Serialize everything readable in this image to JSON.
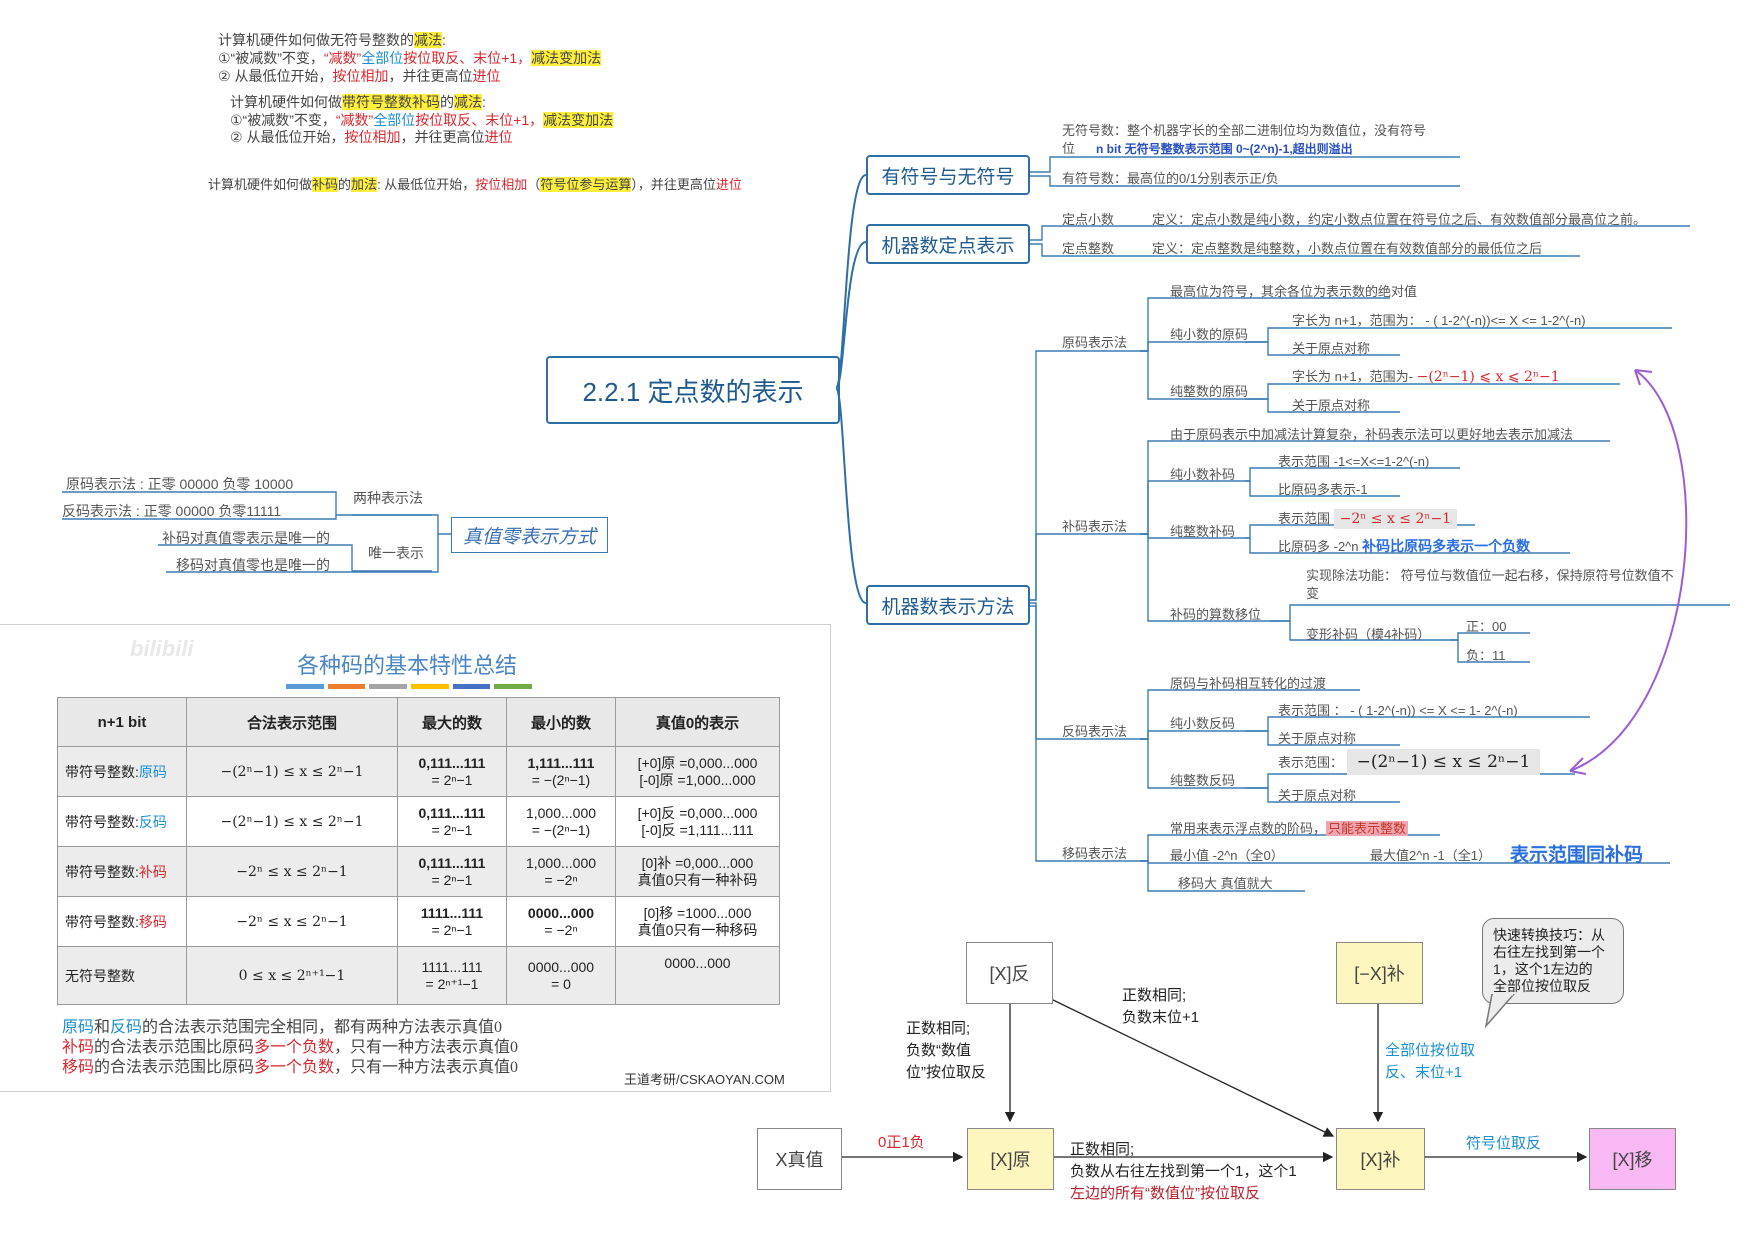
{
  "top_notes": {
    "unsigned_sub_title": [
      "计算机硬件如何做无符号整数的",
      "减法",
      ":"
    ],
    "unsigned_sub_line1": [
      "①“被减数”不变，",
      "“减数”",
      "全部位",
      "按位取反、末位+1，",
      "减法变加法"
    ],
    "unsigned_sub_line2": [
      "② 从最低位开始，",
      "按位相加",
      "，并往更高位",
      "进位"
    ],
    "signed_sub_title": [
      "计算机硬件如何做",
      "带符号整数补码",
      "的",
      "减法",
      ":"
    ],
    "signed_sub_line1": [
      "①“被减数”不变，",
      "“减数”",
      "全部位",
      "按位取反、末位+1，",
      "减法变加法"
    ],
    "signed_sub_line2": [
      "② 从最低位开始，",
      "按位相加",
      "，并往更高位",
      "进位"
    ],
    "comp_add": [
      "计算机硬件如何做",
      "补码",
      "的",
      "加法",
      ": 从最低位开始，",
      "按位相加",
      "（",
      "符号位参与运算",
      "），并往更高位",
      "进位"
    ]
  },
  "mindmap": {
    "root": "2.2.1 定点数的表示",
    "branch_signed": "有符号与无符号",
    "branch_fixed": "机器数定点表示",
    "branch_methods": "机器数表示方法",
    "unsigned_desc_1": "无符号数：整个机器字长的全部二进制位均为数值位，没有符号",
    "unsigned_desc_2": "位",
    "unsigned_range": "n bit 无符号整数表示范围 0~(2^n)-1,超出则溢出",
    "signed_desc": "有符号数：最高位的0/1分别表示正/负",
    "fixed_decimal_label": "定点小数",
    "fixed_decimal_def": "定义：定点小数是纯小数，约定小数点位置在符号位之后、有效数值部分最高位之前。",
    "fixed_int_label": "定点整数",
    "fixed_int_def": "定义：定点整数是纯整数，小数点位置在有效数值部分的最低位之后",
    "orig_label": "原码表示法",
    "orig_desc": "最高位为符号，其余各位为表示数的绝对值",
    "orig_frac_label": "纯小数的原码",
    "orig_frac_range": "字长为 n+1，范围为： - ( 1-2^(-n))<=   X   <=    1-2^(-n)",
    "orig_frac_sym": "关于原点对称",
    "orig_int_label": "纯整数的原码",
    "orig_int_range_prefix": "字长为 n+1，范围为-",
    "orig_int_range_math": "−(2ⁿ−1)  ⩽ x ⩽ 2ⁿ−1",
    "orig_int_sym": "关于原点对称",
    "comp_label": "补码表示法",
    "comp_desc": "由于原码表示中加减法计算复杂，补码表示法可以更好地去表示加减法",
    "comp_frac_label": "纯小数补码",
    "comp_frac_range": "表示范围   -1<=X<=1-2^(-n)",
    "comp_frac_more": "比原码多表示-1",
    "comp_int_label": "纯整数补码",
    "comp_int_range_prefix": "表示范围",
    "comp_int_range_math": "−2ⁿ ≤ x ≤ 2ⁿ−1",
    "comp_int_more_prefix": "比原码多    -2^n",
    "comp_int_more_blue": "补码比原码多表示一个负数",
    "comp_shift_label": "补码的算数移位",
    "comp_shift_desc_1": "实现除法功能：  符号位与数值位一起右移，保持原符号位数值不",
    "comp_shift_desc_2": "变",
    "comp_mod4_label": "变形补码（模4补码）",
    "comp_mod4_pos": "正：00",
    "comp_mod4_neg": "负：11",
    "ones_label": "反码表示法",
    "ones_desc": "原码与补码相互转化的过渡",
    "ones_frac_label": "纯小数反码",
    "ones_frac_range": "表示范围 ：  - ( 1-2^(-n))  <=   X   <= 1- 2^(-n)",
    "ones_frac_sym": "关于原点对称",
    "ones_int_label": "纯整数反码",
    "ones_int_range_prefix": "表示范围：",
    "ones_int_range_math": "−(2ⁿ−1)  ≤ x ≤ 2ⁿ−1",
    "ones_int_sym": "关于原点对称",
    "bias_label": "移码表示法",
    "bias_desc_prefix": "常用来表示浮点数的阶码，",
    "bias_desc_pink": "只能表示整数",
    "bias_min": "最小值 -2^n（全0）",
    "bias_max": "最大值2^n -1（全1）",
    "bias_same": "表示范围同补码",
    "bias_order": "移码大  真值就大"
  },
  "zero_map": {
    "root": "真值零表示方式",
    "two_methods": "两种表示法",
    "unique": "唯一表示",
    "orig_zero": "原码表示法 : 正零  00000   负零 10000",
    "ones_zero": "反码表示法   : 正零 00000    负零11111",
    "comp_zero": "补码对真值零表示是唯一的",
    "bias_zero": "移码对真值零也是唯一的"
  },
  "summary": {
    "watermark": "bilibili",
    "title": "各种码的基本特性总结",
    "stripe_colors": [
      "#5b9bd5",
      "#ed7d31",
      "#a5a5a5",
      "#ffc000",
      "#4472c4",
      "#70ad47"
    ],
    "headers": [
      "n+1 bit",
      "合法表示范围",
      "最大的数",
      "最小的数",
      "真值0的表示"
    ],
    "rows": [
      {
        "type_prefix": "带符号整数:",
        "type_code": "原码",
        "range": "−(2ⁿ−1)  ≤ x ≤ 2ⁿ−1",
        "max1": "0,111...111",
        "max2": "= 2ⁿ−1",
        "min1": "1,111...111",
        "min2": "= −(2ⁿ−1)",
        "zero1": "[+0]原 =0,000...000",
        "zero2": "[-0]原 =1,000...000"
      },
      {
        "type_prefix": "带符号整数:",
        "type_code": "反码",
        "range": "−(2ⁿ−1)  ≤ x ≤ 2ⁿ−1",
        "max1": "0,111...111",
        "max2": "= 2ⁿ−1",
        "min1": "1,000...000",
        "min2": "= −(2ⁿ−1)",
        "zero1": "[+0]反 =0,000...000",
        "zero2": "[-0]反 =1,111...111"
      },
      {
        "type_prefix": "带符号整数:",
        "type_code": "补码",
        "range": "−2ⁿ  ≤ x ≤ 2ⁿ−1",
        "max1": "0,111...111",
        "max2": "= 2ⁿ−1",
        "min1": "1,000...000",
        "min2": "= −2ⁿ",
        "zero1": "[0]补 =0,000...000",
        "zero2": "真值0只有一种补码"
      },
      {
        "type_prefix": "带符号整数:",
        "type_code": "移码",
        "range": "−2ⁿ  ≤ x ≤ 2ⁿ−1",
        "max1": "1111...111",
        "max2": "= 2ⁿ−1",
        "min1": "0000...000",
        "min2": "= −2ⁿ",
        "zero1": "[0]移 =1000...000",
        "zero2": "真值0只有一种移码"
      },
      {
        "type_prefix": "无符号整数",
        "type_code": "",
        "range": "0  ≤ x ≤ 2ⁿ⁺¹−1",
        "max1": "1111...111",
        "max2": "= 2ⁿ⁺¹−1",
        "min1": "0000...000",
        "min2": "= 0",
        "zero1": "0000...000",
        "zero2": ""
      }
    ],
    "note1": [
      "原码",
      "和",
      "反码",
      "的合法表示范围完全相同，都有两种方法表示真值0"
    ],
    "note2": [
      "补码",
      "的合法表示范围比原码",
      "多一个负数",
      "，只有一种方法表示真值0"
    ],
    "note3": [
      "移码",
      "的合法表示范围比原码",
      "多一个负数",
      "，只有一种方法表示真值0"
    ],
    "credit": "王道考研/CSKAOYAN.COM"
  },
  "conversion": {
    "box_true": "X真值",
    "box_orig": "[X]原",
    "box_ones": "[X]反",
    "box_comp": "[X]补",
    "box_negcomp": "[−X]补",
    "box_bias": "[X]移",
    "lbl_true_orig": "0正1负",
    "lbl_orig_ones_1": "正数相同;",
    "lbl_orig_ones_2": "负数“数值",
    "lbl_orig_ones_3": "位”按位取反",
    "lbl_ones_comp_1": "正数相同;",
    "lbl_ones_comp_2": "负数末位+1",
    "lbl_orig_comp_1": "正数相同;",
    "lbl_orig_comp_2": "负数从右往左找到第一个1，这个1",
    "lbl_orig_comp_3": "左边的所有“数值位”按位取反",
    "lbl_comp_neg_1": "全部位按位取",
    "lbl_comp_neg_2": "反、末位+1",
    "lbl_comp_bias": "符号位取反",
    "tip_1": "快速转换技巧：从",
    "tip_2": "右往左找到第一个",
    "tip_3": "1，这个1左边的",
    "tip_4": "全部位按位取反"
  }
}
